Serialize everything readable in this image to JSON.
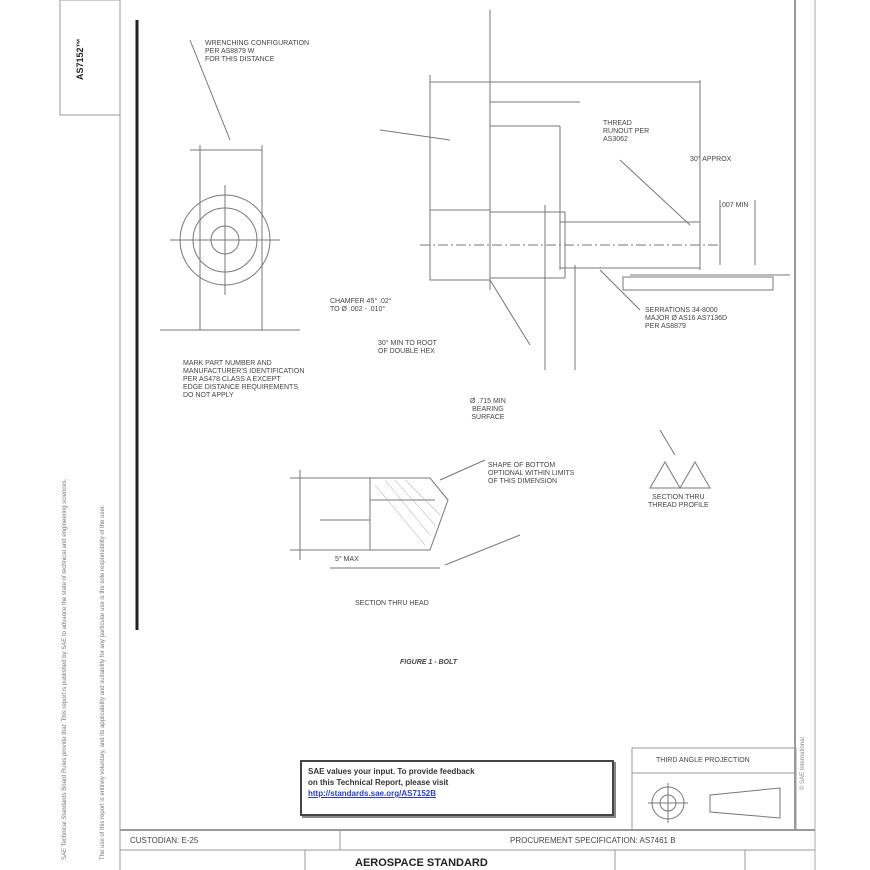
{
  "doc_number": "AS7152™",
  "margin_text": [
    "SAE Technical Standards Board Rules provide that: This report is published by SAE to advance the state of technical and engineering sciences.",
    "The use of this report is entirely voluntary, and its applicability and suitability for any particular use is the sole responsibility of the user."
  ],
  "right_margin_text": "© SAE International",
  "callouts": {
    "wrenching": [
      "WRENCHING CONFIGURATION",
      "PER AS8879 W",
      "FOR THIS DISTANCE"
    ],
    "thread_runout": [
      "THREAD",
      "RUNOUT PER",
      "AS3062"
    ],
    "approx": "30° APPROX",
    "min_307": ".007 MIN",
    "chamfer": [
      "CHAMFER 45° .02°",
      "TO Ø .002 - .010°"
    ],
    "min_root": [
      "30° MIN TO ROOT",
      "OF DOUBLE HEX"
    ],
    "serrated": [
      "SERRATIONS 34-8000",
      "MAJOR Ø AS16 AS7136D",
      "PER AS8879"
    ],
    "mark": [
      "MARK PART NUMBER AND",
      "MANUFACTURER'S IDENTIFICATION",
      "PER AS478 CLASS A EXCEPT",
      "EDGE DISTANCE REQUIREMENTS",
      "DO NOT APPLY"
    ],
    "bearing": [
      "Ø .715 MIN",
      "BEARING",
      "SURFACE"
    ],
    "shape_bottom": [
      "SHAPE OF BOTTOM",
      "OPTIONAL WITHIN LIMITS",
      "OF THIS DIMENSION"
    ],
    "section_thread": [
      "SECTION THRU",
      "THREAD PROFILE"
    ],
    "max_5": "5° MAX",
    "section_head": "SECTION THRU HEAD",
    "figure": "FIGURE 1 - BOLT"
  },
  "feedback": {
    "line1": "SAE values your input. To provide feedback",
    "line2": "on this Technical Report, please visit",
    "link": "http://standards.sae.org/AS7152B"
  },
  "projection": "THIRD ANGLE PROJECTION",
  "title_block": {
    "customer": "CUSTODIAN: E-25",
    "procurement": "PROCUREMENT SPECIFICATION: AS7461 B",
    "title": "AEROSPACE STANDARD"
  }
}
